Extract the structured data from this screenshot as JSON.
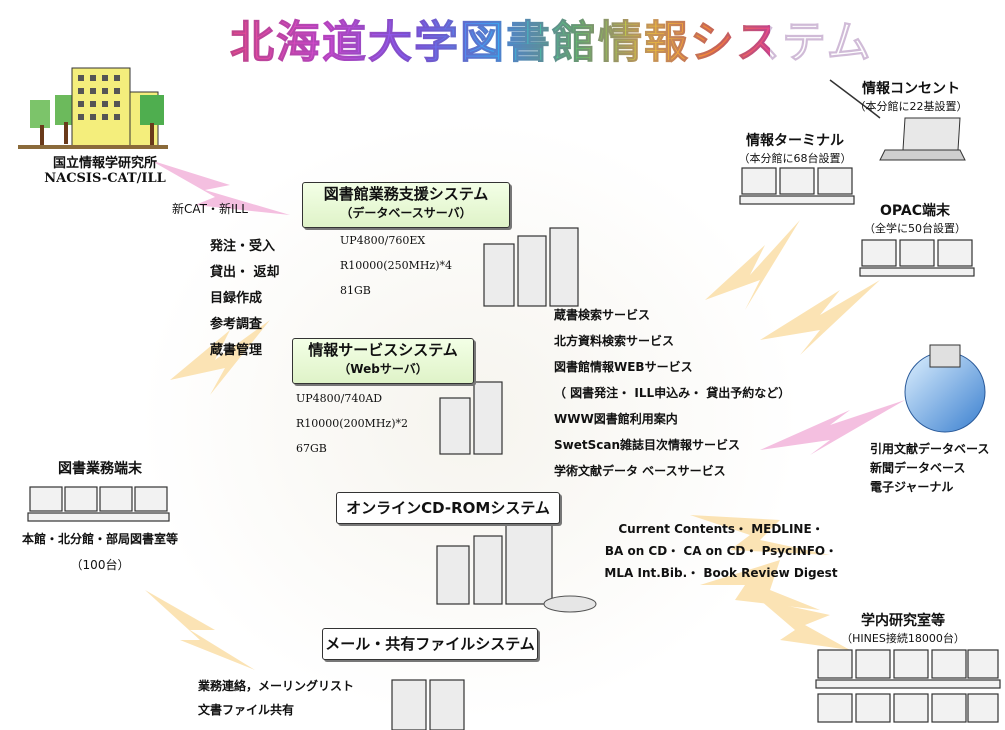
{
  "title": "北海道大学図書館情報システム",
  "nacsis": {
    "label1": "国立情報学研究所",
    "label2": "NACSIS-CAT/ILL",
    "link": "新CAT・新ILL"
  },
  "tasks": [
    "発注・受入",
    "貸出・ 返却",
    "目録作成",
    "参考調査",
    "蔵書管理"
  ],
  "terminal_left": {
    "title": "図書業務端末",
    "sub1": "本館・北分館・部局図書室等",
    "sub2": "（100台）"
  },
  "lib_system": {
    "name": "図書館業務支援システム",
    "sub": "（データベースサーバ）",
    "specs": [
      "UP4800/760EX",
      "R10000(250MHz)*4",
      "81GB"
    ]
  },
  "info_system": {
    "name": "情報サービスシステム",
    "sub": "（Webサーバ）",
    "specs": [
      "UP4800/740AD",
      "R10000(200MHz)*2",
      "67GB"
    ]
  },
  "cdrom_system": {
    "name": "オンラインCD-ROMシステム"
  },
  "mail_system": {
    "name": "メール・共有ファイルシステム",
    "items": [
      "業務連絡，メーリングリスト",
      "文書ファイル共有"
    ]
  },
  "services": [
    "蔵書検索サービス",
    "北方資料検索サービス",
    "図書館情報WEBサービス",
    "（ 図書発注・ ILL申込み・ 貸出予約など）",
    "WWW図書館利用案内",
    "SwetScan雑誌目次情報サービス",
    "学術文献データ ベースサービス"
  ],
  "cd_databases": [
    "Current Contents・ MEDLINE・",
    "BA on CD・ CA on CD・ PsycINFO・",
    "MLA Int.Bib.・ Book Review Digest"
  ],
  "info_outlet": {
    "title": "情報コンセント",
    "sub": "（本分館に22基設置）"
  },
  "info_terminal": {
    "title": "情報ターミナル",
    "sub": "（本分館に68台設置）"
  },
  "opac": {
    "title": "OPAC端末",
    "sub": "（全学に50台設置）"
  },
  "external_db": [
    "引用文献データベース",
    "新聞データベース",
    "電子ジャーナル"
  ],
  "labs": {
    "title": "学内研究室等",
    "sub": "（HINES接続18000台）"
  }
}
